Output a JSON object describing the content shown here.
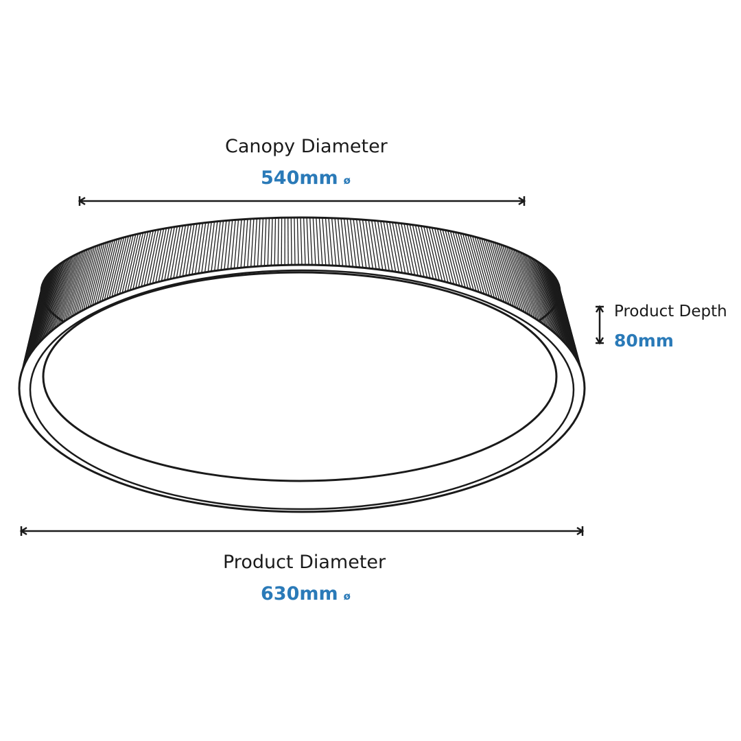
{
  "canopy": {
    "title": "Canopy Diameter",
    "value": "540mm",
    "unit": "ø"
  },
  "depth": {
    "title": "Product Depth",
    "value": "80mm"
  },
  "product": {
    "title": "Product Diameter",
    "value": "630mm",
    "unit": "ø"
  },
  "colors": {
    "accent": "#2a7ab8",
    "line": "#1a1a1a"
  }
}
